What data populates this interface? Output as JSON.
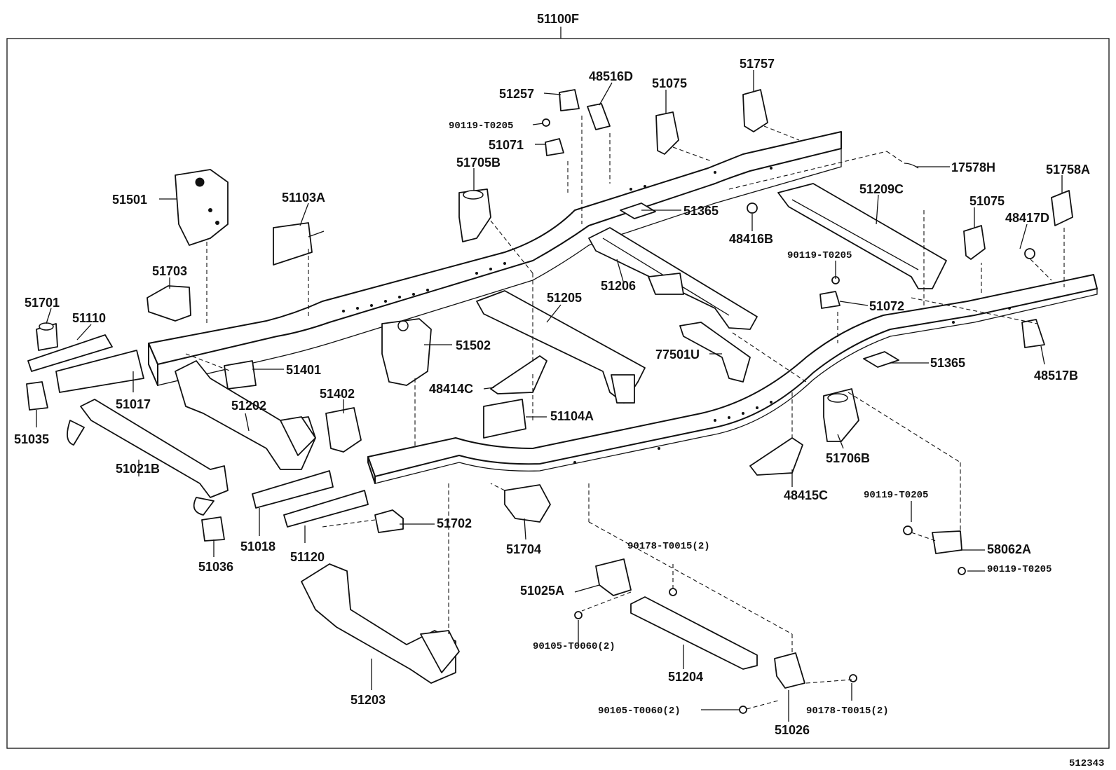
{
  "title": "51100F",
  "footer_id": "512343",
  "labels": {
    "p51257": "51257",
    "p48516D": "48516D",
    "p51075a": "51075",
    "p51757": "51757",
    "p90119a": "90119-T0205",
    "p51071": "51071",
    "p17578H": "17578H",
    "p51705B": "51705B",
    "p51758A": "51758A",
    "p51209C": "51209C",
    "p51501": "51501",
    "p51103A": "51103A",
    "p51365a": "51365",
    "p51075b": "51075",
    "p48417D": "48417D",
    "p48416B": "48416B",
    "p90119b": "90119-T0205",
    "p51703": "51703",
    "p51206": "51206",
    "p51701": "51701",
    "p51110": "51110",
    "p51205": "51205",
    "p51072": "51072",
    "p77501U": "77501U",
    "p51502": "51502",
    "p51365b": "51365",
    "p48517B": "48517B",
    "p51401": "51401",
    "p48414C": "48414C",
    "p51017": "51017",
    "p51202": "51202",
    "p51402": "51402",
    "p51035": "51035",
    "p51104A": "51104A",
    "p51706B": "51706B",
    "p51021B": "51021B",
    "p90119c": "90119-T0205",
    "p48415C": "48415C",
    "p51702": "51702",
    "p51018": "51018",
    "p51704": "51704",
    "p90178a": "90178-T0015(2)",
    "p58062A": "58062A",
    "p90119d": "90119-T0205",
    "p51036": "51036",
    "p51120": "51120",
    "p51025A": "51025A",
    "p90105a": "90105-T0060(2)",
    "p51204": "51204",
    "p51203": "51203",
    "p90105b": "90105-T0060(2)",
    "p90178b": "90178-T0015(2)",
    "p51026": "51026"
  }
}
